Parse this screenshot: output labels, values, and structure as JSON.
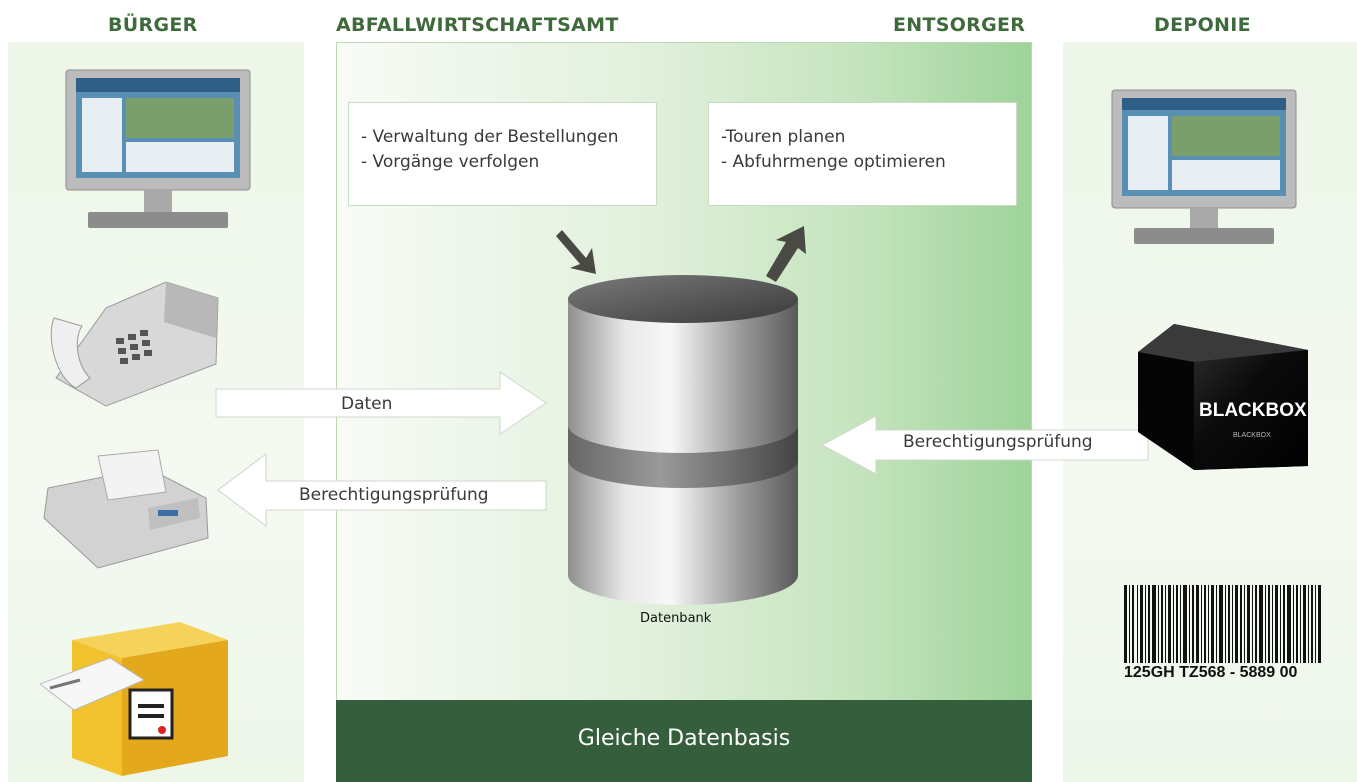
{
  "columns": {
    "buerger": "BÜRGER",
    "amt": "ABFALLWIRTSCHAFTSAMT",
    "entsorger": "ENTSORGER",
    "deponie": "DEPONIE"
  },
  "amt_box": {
    "line1": "- Verwaltung der Bestellungen",
    "line2": "- Vorgänge verfolgen"
  },
  "entsorger_box": {
    "line1": "-Touren planen",
    "line2": "- Abfuhrmenge optimieren"
  },
  "arrows": {
    "daten": "Daten",
    "berechtigung_left": "Berechtigungsprüfung",
    "berechtigung_right": "Berechtigungsprüfung"
  },
  "database_label": "Datenbank",
  "blackbox": {
    "title": "BLACKBOX",
    "subtitle": "BLACKBOX"
  },
  "barcode_text": "125GH TZ568 - 5889 00",
  "footer": "Gleiche Datenbasis",
  "icons": [
    "monitor-icon",
    "telephone-icon",
    "fax-icon",
    "mailbox-icon",
    "database-icon",
    "blackbox-icon",
    "barcode-icon"
  ],
  "colors": {
    "header_green": "#3f6b3c",
    "footer_green": "#355e3d",
    "panel_green_light": "#f8fbf6",
    "panel_green_dark": "#9ed39a",
    "mailbox_yellow": "#f2c12e"
  }
}
